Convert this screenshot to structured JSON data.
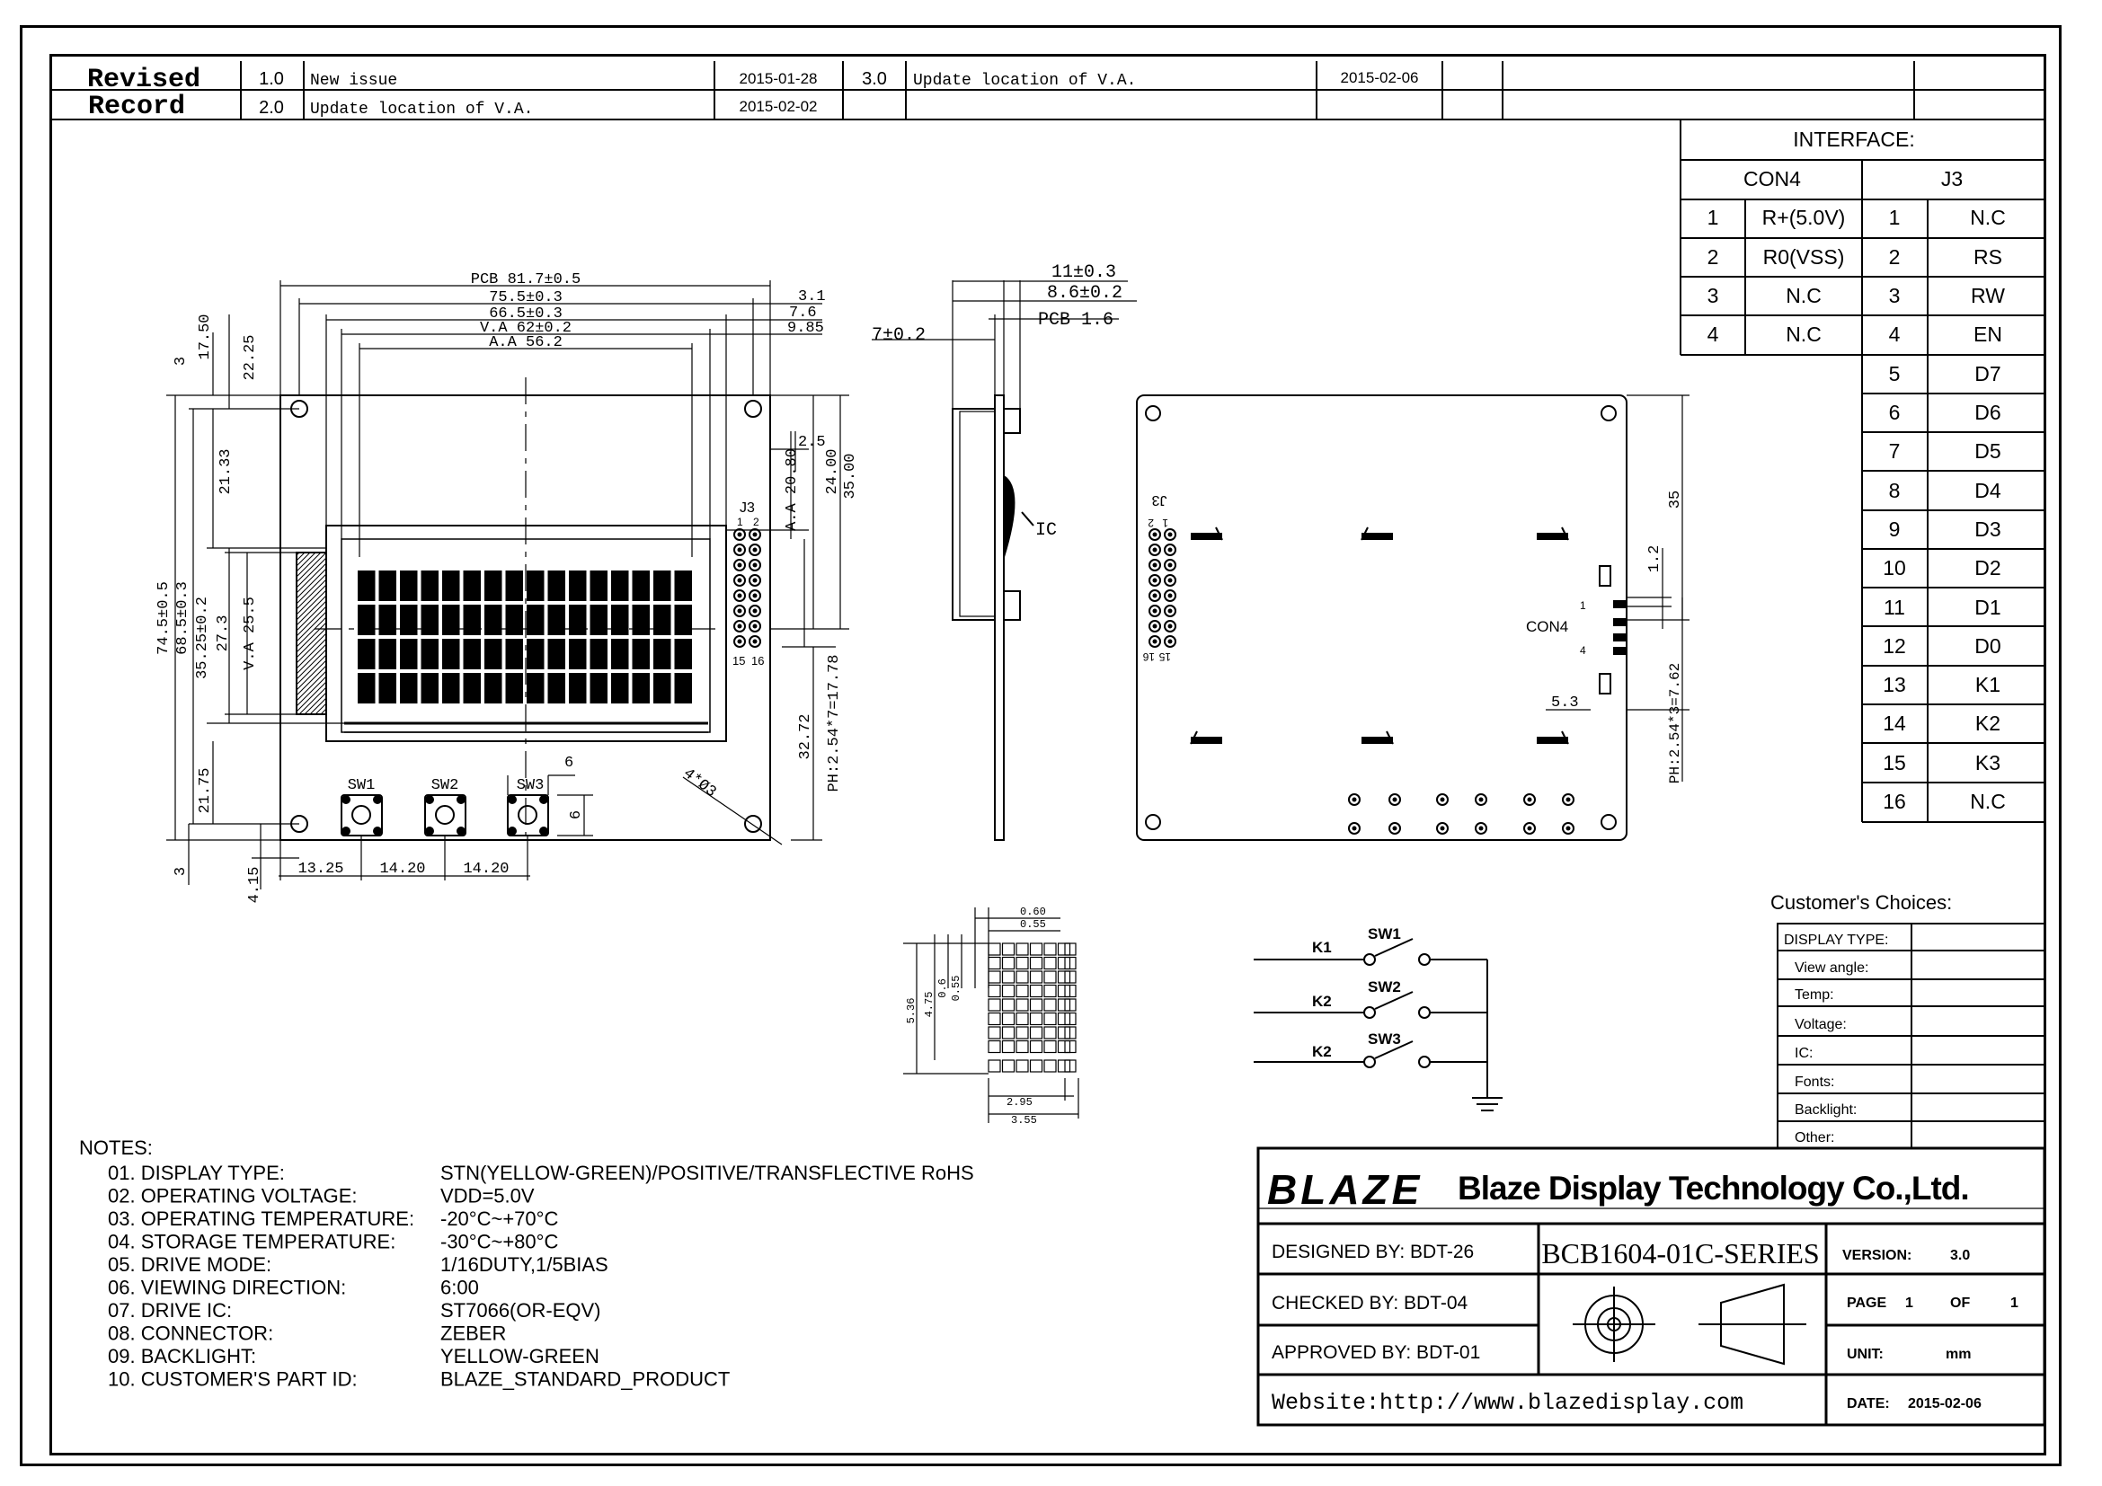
{
  "revision": {
    "header": [
      "Revised",
      "Record"
    ],
    "rows": [
      {
        "no": "1.0",
        "desc": "New issue",
        "date": "2015-01-28"
      },
      {
        "no": "2.0",
        "desc": "Update location of V.A.",
        "date": "2015-02-02"
      },
      {
        "no": "3.0",
        "desc": "Update location of V.A.",
        "date": "2015-02-06"
      }
    ]
  },
  "interface": {
    "title": "INTERFACE:",
    "con4_title": "CON4",
    "j3_title": "J3",
    "con4": [
      {
        "pin": "1",
        "name": "R+(5.0V)"
      },
      {
        "pin": "2",
        "name": "R0(VSS)"
      },
      {
        "pin": "3",
        "name": "N.C"
      },
      {
        "pin": "4",
        "name": "N.C"
      }
    ],
    "j3": [
      {
        "pin": "1",
        "name": "N.C"
      },
      {
        "pin": "2",
        "name": "RS"
      },
      {
        "pin": "3",
        "name": "RW"
      },
      {
        "pin": "4",
        "name": "EN"
      },
      {
        "pin": "5",
        "name": "D7"
      },
      {
        "pin": "6",
        "name": "D6"
      },
      {
        "pin": "7",
        "name": "D5"
      },
      {
        "pin": "8",
        "name": "D4"
      },
      {
        "pin": "9",
        "name": "D3"
      },
      {
        "pin": "10",
        "name": "D2"
      },
      {
        "pin": "11",
        "name": "D1"
      },
      {
        "pin": "12",
        "name": "D0"
      },
      {
        "pin": "13",
        "name": "K1"
      },
      {
        "pin": "14",
        "name": "K2"
      },
      {
        "pin": "15",
        "name": "K3"
      },
      {
        "pin": "16",
        "name": "N.C"
      }
    ]
  },
  "front_dims": {
    "pcb": "PCB 81.7±0.5",
    "d75": "75.5±0.3",
    "d66": "66.5±0.3",
    "va62": "V.A 62±0.2",
    "aa56": "A.A 56.2",
    "d31": "3.1",
    "d76": "7.6",
    "d985": "9.85",
    "v3": "3",
    "v1750": "17.50",
    "v2225": "22.25",
    "v2133": "21.33",
    "v745": "74.5±0.5",
    "v685": "68.5±0.3",
    "v3525": "35.25±0.2",
    "v273": "27.3",
    "va255": "V.A 25.5",
    "v2175": "21.75",
    "v3b": "3",
    "v415": "4.15",
    "d25": "2.5",
    "aa2080": "A.A 20.80",
    "v2400": "24.00",
    "v3500": "35.00",
    "v3272": "32.72",
    "ph": "PH:2.54*7=17.78",
    "hole": "4*Ø3",
    "d1325": "13.25",
    "d1420a": "14.20",
    "d1420b": "14.20",
    "d6a": "6",
    "d6b": "6",
    "j3": "J3",
    "pin1": "1",
    "pin2": "2",
    "pin15": "15",
    "pin16": "16",
    "sw1": "SW1",
    "sw2": "SW2",
    "sw3": "SW3"
  },
  "side_dims": {
    "d11": "11±0.3",
    "d86": "8.6±0.2",
    "pcb": "PCB 1.6",
    "d7": "7±0.2",
    "ic": "IC"
  },
  "back_dims": {
    "j3": "J3",
    "pin1": "1",
    "pin2": "2",
    "pin15": "15",
    "pin16": "16",
    "con4": "CON4",
    "c1": "1",
    "c4": "4",
    "d35": "35",
    "d12": "1.2",
    "d53": "5.3",
    "ph": "PH:2.54*3=7.62"
  },
  "dot_dims": {
    "d060": "0.60",
    "d055": "0.55",
    "d06": "0.6",
    "d055b": "0.55",
    "d536": "5.36",
    "d475": "4.75",
    "d295": "2.95",
    "d355": "3.55"
  },
  "switch_circuit": {
    "sw1": "SW1",
    "sw2": "SW2",
    "sw3": "SW3",
    "k1": "K1",
    "k2a": "K2",
    "k2b": "K2"
  },
  "customer": {
    "title": "Customer's  Choices:",
    "rows": [
      "DISPLAY TYPE:",
      "View angle:",
      "Temp:",
      "Voltage:",
      "IC:",
      "Fonts:",
      "Backlight:",
      "Other:"
    ]
  },
  "notes": {
    "title": "NOTES:",
    "items": [
      {
        "label": "01.  DISPLAY  TYPE:",
        "value": "STN(YELLOW-GREEN)/POSITIVE/TRANSFLECTIVE RoHS"
      },
      {
        "label": "02.  OPERATING  VOLTAGE:",
        "value": "VDD=5.0V"
      },
      {
        "label": "03.  OPERATING  TEMPERATURE:",
        "value": "-20°C~+70°C"
      },
      {
        "label": "04.  STORAGE  TEMPERATURE:",
        "value": "-30°C~+80°C"
      },
      {
        "label": "05.  DRIVE  MODE:",
        "value": "1/16DUTY,1/5BIAS"
      },
      {
        "label": "06.  VIEWING  DIRECTION:",
        "value": "6:00"
      },
      {
        "label": "07.  DRIVE  IC:",
        "value": "ST7066(OR-EQV)"
      },
      {
        "label": "08.  CONNECTOR:",
        "value": "ZEBER"
      },
      {
        "label": "09.  BACKLIGHT:",
        "value": "YELLOW-GREEN"
      },
      {
        "label": "10.  CUSTOMER'S  PART  ID:",
        "value": "BLAZE_STANDARD_PRODUCT"
      }
    ]
  },
  "titleblock": {
    "logo": "BLAZE",
    "company": "Blaze Display Technology Co.,Ltd.",
    "designed": "DESIGNED  BY:  BDT-26",
    "checked": "CHECKED  BY:  BDT-04",
    "approved": "APPROVED  BY:  BDT-01",
    "part": "BCB1604-01C-SERIES",
    "version_label": "VERSION:",
    "version": "3.0",
    "page_label": "PAGE",
    "page": "1",
    "of_label": "OF",
    "of": "1",
    "unit_label": "UNIT:",
    "unit": "mm",
    "date_label": "DATE:",
    "date": "2015-02-06",
    "website": "Website:http://www.blazedisplay.com"
  }
}
